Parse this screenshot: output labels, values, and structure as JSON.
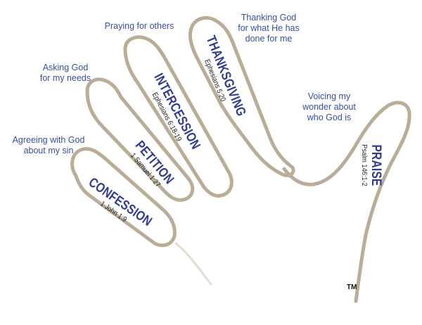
{
  "colors": {
    "accent_blue": "#2e3c95",
    "caption_blue": "#3a4ea0",
    "hand_outline": "#b9ad98",
    "hand_fill": "#ffffff"
  },
  "fingers": {
    "confession": {
      "label": "CONFESSION",
      "reference": "1 John 1:9",
      "caption": [
        "Agreeing with God",
        "about my sin"
      ]
    },
    "petition": {
      "label": "PETITION",
      "reference": "1 Samuel 1:27",
      "caption": [
        "Asking God",
        "for my needs"
      ]
    },
    "intercession": {
      "label": "INTERCESSION",
      "reference": "Ephesians 6:18-19",
      "caption": [
        "Praying for others"
      ]
    },
    "thanksgiving": {
      "label": "THANKSGIVING",
      "reference": "Ephesians 5:20",
      "caption": [
        "Thanking God",
        "for what He has",
        "done for me"
      ]
    },
    "praise": {
      "label": "PRAISE",
      "reference": "Psalm 146:1-2",
      "caption": [
        "Voicing my",
        "wonder about",
        "who God is"
      ]
    }
  },
  "trademark": "TM"
}
